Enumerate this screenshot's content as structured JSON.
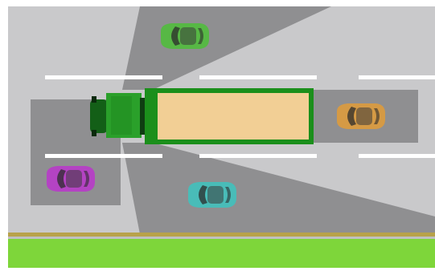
{
  "scene": {
    "colors": {
      "road": "#c9c9cb",
      "blind_spot": "#8f8f91",
      "blind_spot_dark": "#6f6f72",
      "lane_marking": "#ffffff",
      "curb": "#b8a24a",
      "grass": "#7ed63a",
      "truck_cab": "#2aa02a",
      "truck_cab_dark": "#135f17",
      "trailer_frame": "#1b8f1b",
      "cargo": "#f2cf95"
    },
    "cars": [
      {
        "name": "green-car",
        "color": "#57b845"
      },
      {
        "name": "orange-car",
        "color": "#d59a45"
      },
      {
        "name": "purple-car",
        "color": "#b443c3"
      },
      {
        "name": "teal-car",
        "color": "#49bcb8"
      }
    ]
  }
}
